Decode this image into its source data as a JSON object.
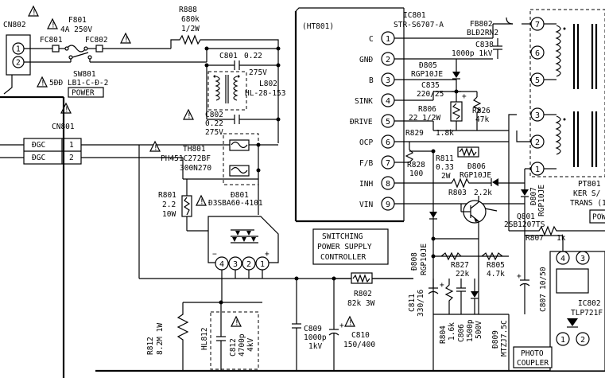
{
  "labels": {
    "cn802": "CN802",
    "f801": "F801",
    "f801_rating": "4A 250V",
    "fc801": "FC801",
    "fc802": "FC802",
    "sw801": "SW801",
    "sw801_part": "5ÐÐ LB1-C-Ð-2",
    "power_box": "POWER",
    "r888": "R888",
    "r888_val": "680k",
    "r888_w": "1/2W",
    "c801": "C801",
    "c801_val": "0.22",
    "c801_v": "275V",
    "l802": "L802",
    "l802_part": "HL-28-153",
    "c802": "C802",
    "c802_val": "0.22",
    "c802_v": "275V",
    "cn801": "CN801",
    "dgc": "ÐGC",
    "th801": "TH801",
    "th801_part": "PH451C272BF",
    "th801_part2": "300N270",
    "r801": "R801",
    "r801_val": "2.2",
    "r801_w": "10W",
    "d801": "Ð801",
    "d801_part": "Ð3SBA60-4101",
    "ht801": "(HT801)",
    "ic801": "IC801",
    "ic801_part": "STR-S6707-A",
    "pin_c": "C",
    "pin_gnd": "GNÐ",
    "pin_b": "B",
    "pin_sink": "SINK",
    "pin_drive": "ÐRIVE",
    "pin_ocp": "OCP",
    "pin_fb": "F/B",
    "pin_inh": "INH",
    "pin_vin": "VIN",
    "fb802": "FB802",
    "fb802_part": "BLÐ2RN2",
    "c838": "C838",
    "c838_val": "1000p 1kV",
    "d805": "Ð805",
    "d805_part": "RGP10JE",
    "c835": "C835",
    "c835_val": "220/25",
    "r806": "R806",
    "r806_val": "22 1/2W",
    "r826": "R826",
    "r826_val": "47k",
    "r829": "R829",
    "r829_val": "1.8k",
    "r828": "R828",
    "r828_val": "100",
    "r811": "R811",
    "r811_val": "0.33",
    "r811_w": "2W",
    "d806": "Ð806",
    "d806_part": "RGP10JE",
    "r803": "R803",
    "r803_val": "2.2k",
    "d808": "Ð808",
    "d808_part": "RGP10JE",
    "q801": "Q801",
    "q801_part": "2SB1207TS",
    "r807": "R807",
    "r807_val": "1k",
    "d807_part": "RGP10JE",
    "d807": "Ð807",
    "pt801": "PT801",
    "pt801_part": "KER S/",
    "pt801_part2": "TRANS (1",
    "pow": "POW",
    "switching": "SWITCHING",
    "power_supply": "POWER SUPPLY",
    "controller": "CONTROLLER",
    "r802": "R802",
    "r802_val": "82k 3W",
    "r812": "R812",
    "r812_val": "8.2M 1W",
    "hl812": "HL812",
    "c812": "C812",
    "c812_val": "4700p",
    "c812_v": "4kV",
    "c809": "C809",
    "c809_val": "1000p",
    "c809_v": "1kV",
    "c810": "C810",
    "c810_val": "150/400",
    "c811": "C811",
    "c811_val": "330/16",
    "r827": "R827",
    "r827_val": "22k",
    "r805": "R805",
    "r805_val": "4.7k",
    "c807": "C807",
    "c807_val": "10/50",
    "r804": "R804",
    "r804_val": "1.6k",
    "d809": "Ð809",
    "d809_part": "MTZJ7.5C",
    "c806": "C806",
    "c806_val": "1500p",
    "c806_v": "500V",
    "ic802": "IC802",
    "ic802_part": "TLP721F",
    "photo": "PHOTO",
    "coupler": "COUPLER",
    "n1": "1",
    "n2": "2",
    "n3": "3",
    "n4": "4",
    "n5": "5",
    "n6": "6",
    "n7": "7",
    "n8": "8",
    "n9": "9",
    "warn": "!",
    "minus": "−",
    "plus": "+"
  }
}
